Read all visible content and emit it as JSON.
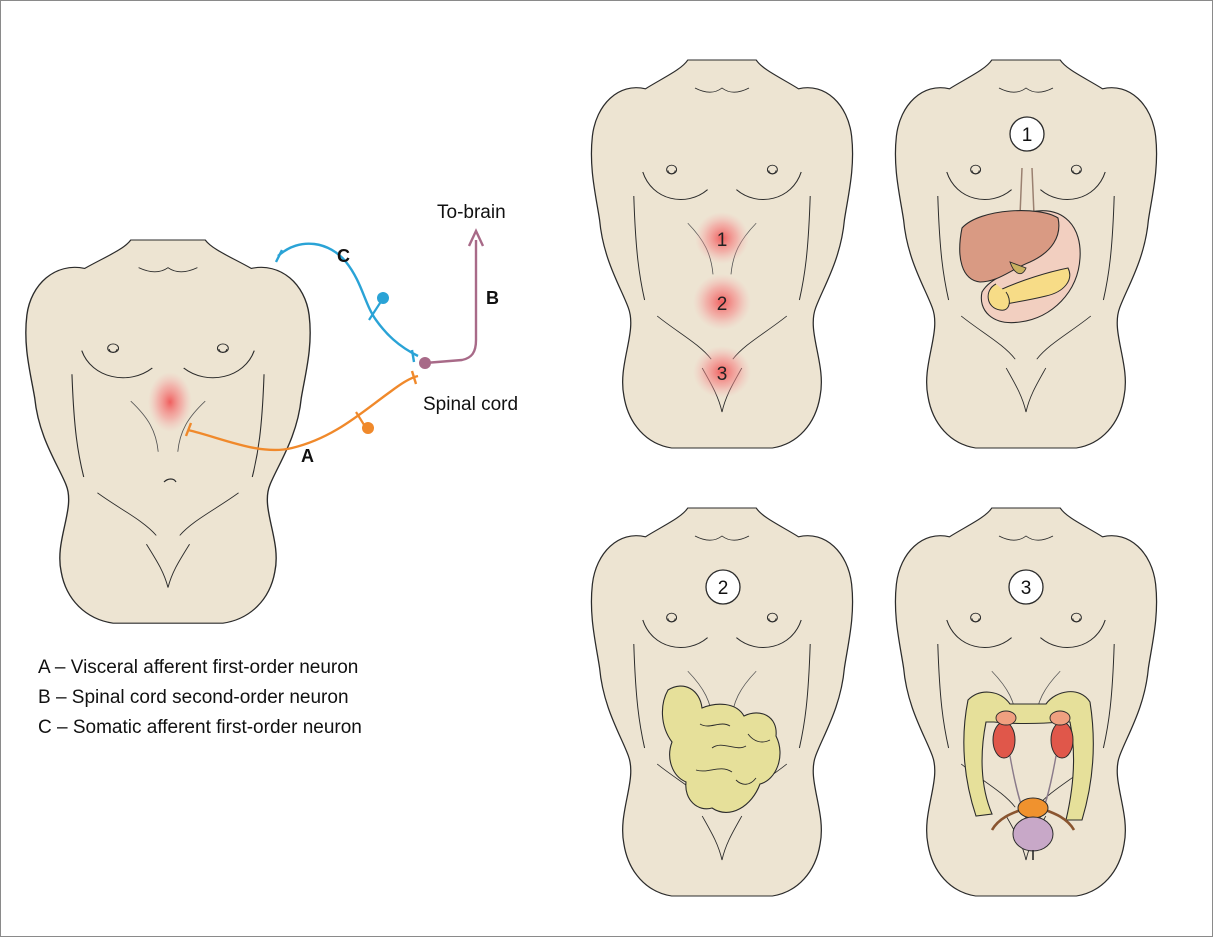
{
  "figure": {
    "main": {
      "label_c": "C",
      "label_b": "B",
      "label_a": "A",
      "to_brain": "To-brain",
      "spinal_cord": "Spinal cord"
    },
    "pain_markers": [
      "1",
      "2",
      "3"
    ],
    "panel_numbers": [
      "1",
      "2",
      "3"
    ],
    "legend": [
      "A – Visceral afferent first-order neuron",
      "B – Spinal cord second-order neuron",
      "C – Somatic afferent first-order neuron"
    ],
    "colors": {
      "skin": "#ede4d2",
      "outline": "#2b2b2b",
      "pain": "#f07070",
      "neuron_a": "#f0892b",
      "neuron_b": "#a86a88",
      "neuron_c": "#2aa3d6",
      "liver": "#d99a83",
      "stomach": "#f2cfc0",
      "pancreas": "#f7dc87",
      "intestine": "#e6e09a",
      "kidney": "#e0574a",
      "bladder": "#c8a8c8",
      "uterus": "#f0922e"
    },
    "icons": [
      "torso-figure",
      "pain-spot",
      "neuron-path",
      "organ-liver",
      "organ-stomach",
      "organ-pancreas",
      "organ-intestine",
      "organ-colon",
      "organ-kidney",
      "organ-bladder"
    ]
  }
}
